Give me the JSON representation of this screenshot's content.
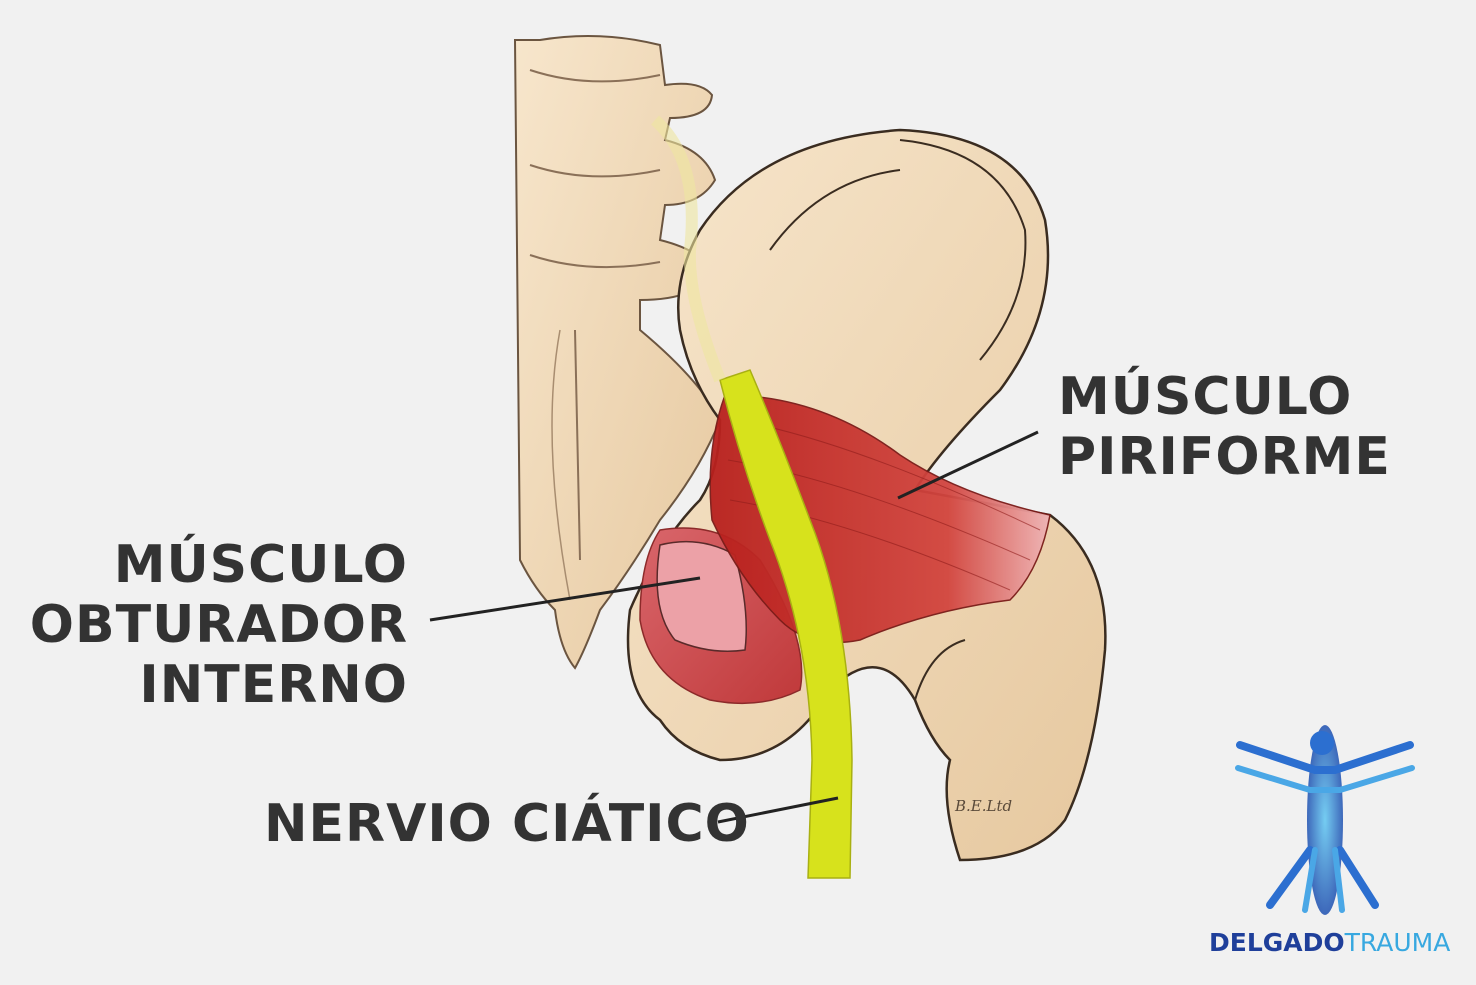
{
  "labels": {
    "piriforme": [
      "MÚSCULO",
      "PIRIFORME"
    ],
    "obturador": [
      "MÚSCULO",
      "OBTURADOR",
      "INTERNO"
    ],
    "ciatico": "NERVIO CIÁTICO"
  },
  "credit": "B.E.Ltd",
  "logo": {
    "part1": "DELGADO",
    "part2": "TRAUMA"
  },
  "colors": {
    "background": "#f1f1f1",
    "bone": "#f0d9b8",
    "bone_outline": "#3a2c20",
    "muscle": "#c8312c",
    "muscle_light": "#e9868a",
    "nerve": "#d7e21c",
    "label_text": "#333333",
    "logo_dark": "#1f3f9a",
    "logo_light": "#38a8e0"
  }
}
